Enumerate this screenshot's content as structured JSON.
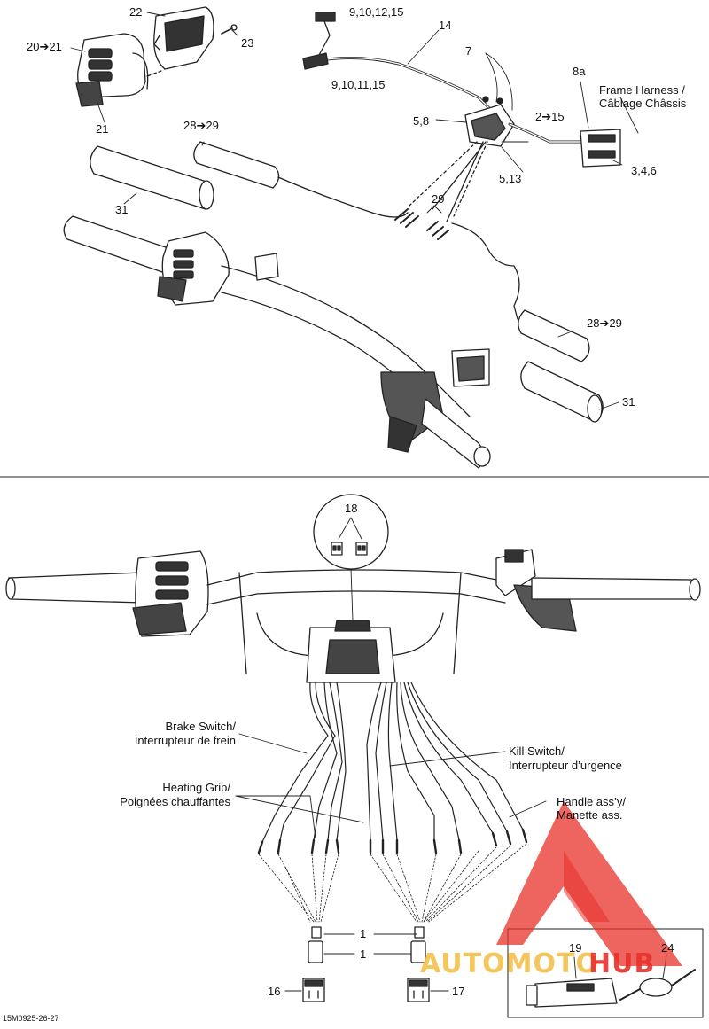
{
  "labels": {
    "l22": "22",
    "l23": "23",
    "l2021": "20➔21",
    "l21": "21",
    "l14": "14",
    "l9_12": "9,10,12,15",
    "l9_11": "9,10,11,15",
    "l7": "7",
    "l8a": "8a",
    "frame_en": "Frame Harness /",
    "frame_fr": "Câblage Châssis",
    "l58": "5,8",
    "l215": "2➔15",
    "l513": "5,13",
    "l346": "3,4,6",
    "l2829a": "28➔29",
    "l2829b": "28➔29",
    "l29": "29",
    "l31a": "31",
    "l31b": "31",
    "l18": "18",
    "brake_en": "Brake Switch/",
    "brake_fr": "Interrupteur de frein",
    "kill_en": "Kill Switch/",
    "kill_fr": "Interrupteur d’urgence",
    "heat_en": "Heating Grip/",
    "heat_fr": "Poignées chauffantes",
    "handle_en": "Handle ass’y/",
    "handle_fr": "Manette ass.",
    "l1a": "1",
    "l1b": "1",
    "l16": "16",
    "l17": "17",
    "l19": "19",
    "l24": "24",
    "code": "15M0925-26-27"
  },
  "watermark": {
    "text_left": "AUTOMOTO",
    "text_right": "HUB",
    "color_left": "#f5c04a",
    "color_right": "#e8302a"
  }
}
